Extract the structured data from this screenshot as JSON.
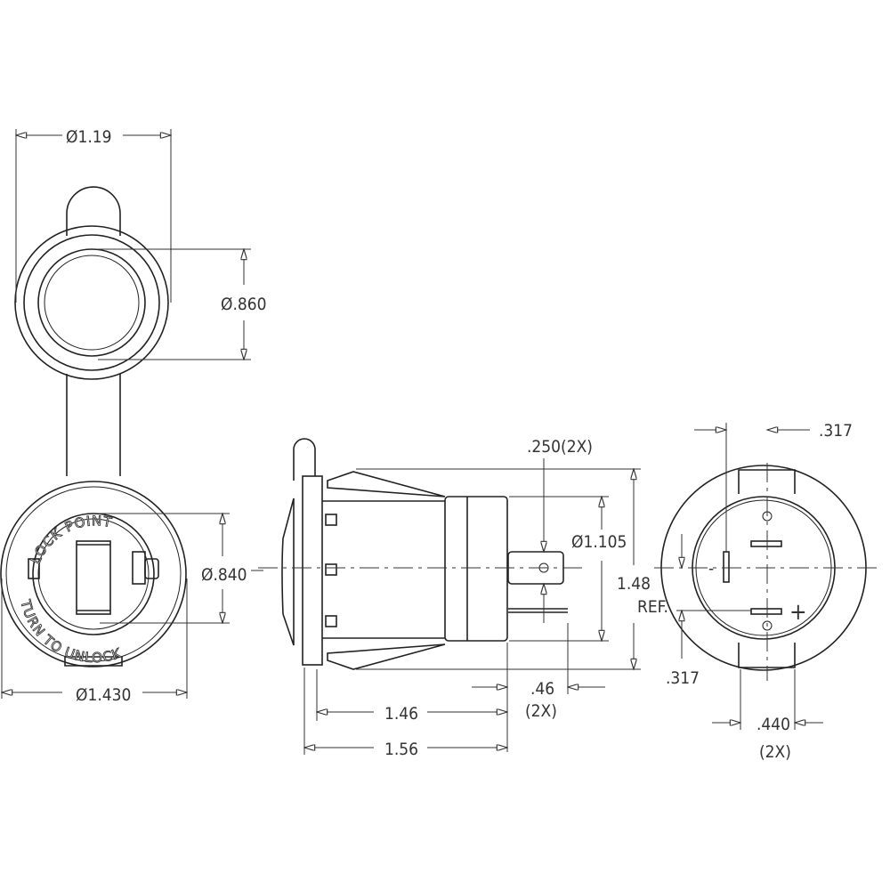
{
  "drawing": {
    "top_view": {
      "cap_diameter": "Ø1.19",
      "cap_inner_diameter": "Ø.860"
    },
    "front_view": {
      "ring_text_top": "LOCK POINT",
      "ring_text_bottom": "TURN TO UNLOCK",
      "inner_diameter": "Ø.840",
      "outer_diameter": "Ø1.430"
    },
    "side_view": {
      "terminal_width": ".250(2X)",
      "body_diameter": "Ø1.105",
      "height_value": "1.48",
      "height_note": "REF.",
      "terminal_offset": ".46",
      "terminal_offset_note": "(2X)",
      "length_short": "1.46",
      "length_long": "1.56"
    },
    "rear_view": {
      "offset_top": ".317",
      "offset_bottom": ".317",
      "spacing": ".440",
      "spacing_note": "(2X)",
      "negative_symbol": "-",
      "positive_symbol": "+"
    }
  }
}
